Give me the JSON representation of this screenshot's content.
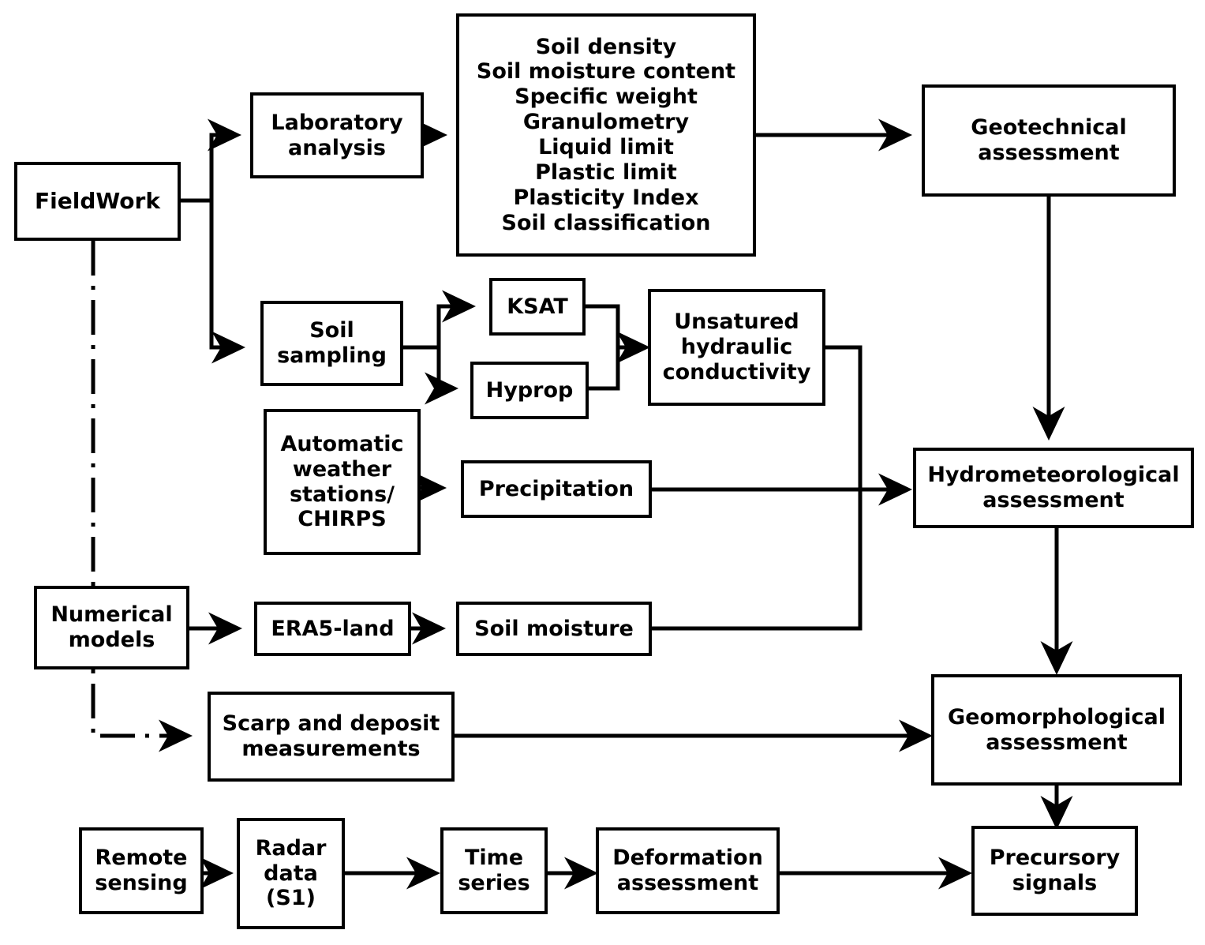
{
  "diagram": {
    "title": "Landslide multi-source assessment workflow",
    "background_color": "#ffffff",
    "line_color": "#000000",
    "node_border_color": "#000000",
    "node_fill_color": "#ffffff"
  },
  "nodes": {
    "fieldwork": {
      "label": "FieldWork"
    },
    "laboratory_analysis": {
      "label": "Laboratory\nanalysis"
    },
    "soil_properties": {
      "label": "Soil density\nSoil moisture content\nSpecific weight\nGranulometry\nLiquid limit\nPlastic limit\nPlasticity Index\nSoil classification"
    },
    "geotechnical_assessment": {
      "label": "Geotechnical\nassessment"
    },
    "soil_sampling": {
      "label": "Soil\nsampling"
    },
    "ksat": {
      "label": "KSAT"
    },
    "hyprop": {
      "label": "Hyprop"
    },
    "unsaturated_hydraulic_conductivity": {
      "label": "Unsatured\nhydraulic\nconductivity"
    },
    "automatic_weather_stations": {
      "label": "Automatic\nweather\nstations/\nCHIRPS"
    },
    "precipitation": {
      "label": "Precipitation"
    },
    "hydrometeorological_assessment": {
      "label": "Hydrometeorological\nassessment"
    },
    "numerical_models": {
      "label": "Numerical\nmodels"
    },
    "era5_land": {
      "label": "ERA5-land"
    },
    "soil_moisture": {
      "label": "Soil moisture"
    },
    "scarp_and_deposit_measurements": {
      "label": "Scarp and deposit\nmeasurements"
    },
    "geomorphological_assessment": {
      "label": "Geomorphological\nassessment"
    },
    "remote_sensing": {
      "label": "Remote\nsensing"
    },
    "radar_data": {
      "label": "Radar\ndata\n(S1)"
    },
    "time_series": {
      "label": "Time\nseries"
    },
    "deformation_assessment": {
      "label": "Deformation\nassessment"
    },
    "precursory_signals": {
      "label": "Precursory\nsignals"
    }
  },
  "edges": [
    {
      "from": "fieldwork",
      "to": "laboratory-analysis",
      "style": "solid",
      "arrow": true
    },
    {
      "from": "fieldwork",
      "to": "soil-sampling",
      "style": "solid",
      "arrow": true
    },
    {
      "from": "fieldwork",
      "to": "numerical-models",
      "style": "dash-dot",
      "arrow": false
    },
    {
      "from": "laboratory-analysis",
      "to": "soil-properties",
      "style": "solid",
      "arrow": true
    },
    {
      "from": "soil-properties",
      "to": "geotechnical-assessment",
      "style": "solid",
      "arrow": true
    },
    {
      "from": "geotechnical-assessment",
      "to": "hydrometeorological-assessment",
      "style": "solid",
      "arrow": true
    },
    {
      "from": "soil-sampling",
      "to": "ksat",
      "style": "solid",
      "arrow": true
    },
    {
      "from": "soil-sampling",
      "to": "hyprop",
      "style": "solid",
      "arrow": true
    },
    {
      "from": "ksat",
      "to": "unsaturated-hydraulic-conductivity",
      "style": "solid",
      "arrow": true
    },
    {
      "from": "hyprop",
      "to": "unsaturated-hydraulic-conductivity",
      "style": "solid",
      "arrow": true
    },
    {
      "from": "unsaturated-hydraulic-conductivity",
      "to": "hydrometeorological-assessment",
      "style": "solid",
      "arrow": true
    },
    {
      "from": "automatic-weather-stations",
      "to": "precipitation",
      "style": "solid",
      "arrow": true
    },
    {
      "from": "precipitation",
      "to": "hydrometeorological-assessment",
      "style": "solid",
      "arrow": true
    },
    {
      "from": "numerical-models",
      "to": "era5-land",
      "style": "solid",
      "arrow": true
    },
    {
      "from": "era5-land",
      "to": "soil-moisture",
      "style": "solid",
      "arrow": true
    },
    {
      "from": "soil-moisture",
      "to": "hydrometeorological-assessment",
      "style": "solid",
      "arrow": true
    },
    {
      "from": "numerical-models",
      "to": "scarp-and-deposit-measurements",
      "style": "dash-dot",
      "arrow": true
    },
    {
      "from": "scarp-and-deposit-measurements",
      "to": "geomorphological-assessment",
      "style": "solid",
      "arrow": true
    },
    {
      "from": "hydrometeorological-assessment",
      "to": "geomorphological-assessment",
      "style": "solid",
      "arrow": true
    },
    {
      "from": "geomorphological-assessment",
      "to": "precursory-signals",
      "style": "solid",
      "arrow": true
    },
    {
      "from": "remote-sensing",
      "to": "radar-data",
      "style": "solid",
      "arrow": true
    },
    {
      "from": "radar-data",
      "to": "time-series",
      "style": "solid",
      "arrow": true
    },
    {
      "from": "time-series",
      "to": "deformation-assessment",
      "style": "solid",
      "arrow": true
    },
    {
      "from": "deformation-assessment",
      "to": "precursory-signals",
      "style": "solid",
      "arrow": true
    }
  ]
}
